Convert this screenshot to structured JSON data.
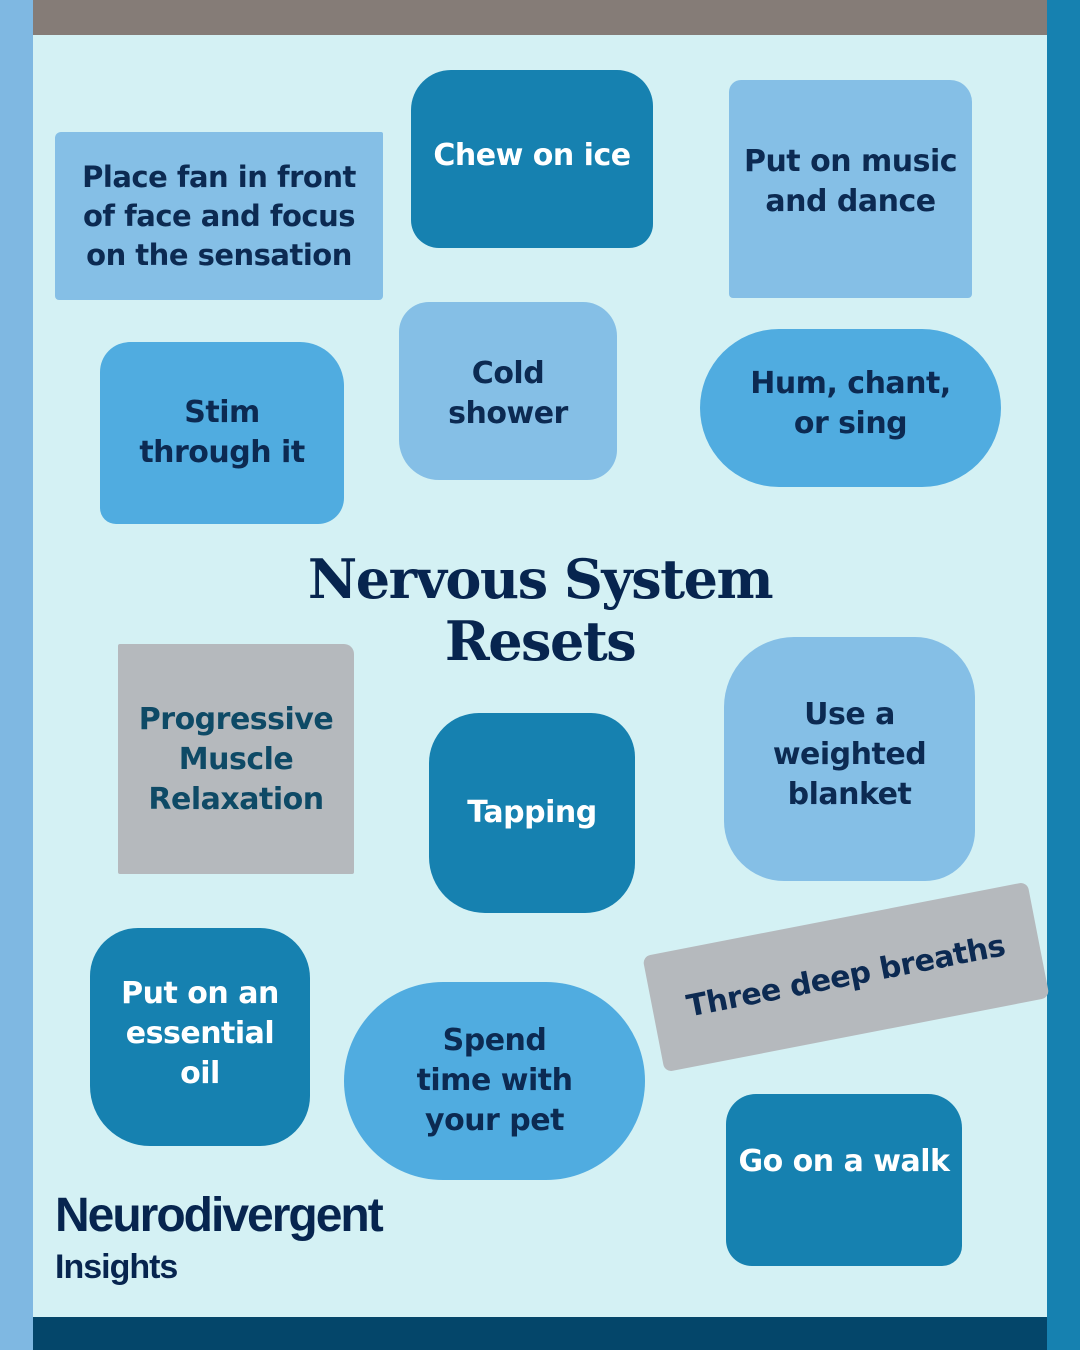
{
  "title": {
    "line1": "Nervous System",
    "line2": "Resets"
  },
  "brand": {
    "line1": "Neurodivergent",
    "line2": "Insights"
  },
  "colors": {
    "background": "#d4f1f4",
    "stripe_left": "#7fb8e2",
    "stripe_right": "#1681b0",
    "bar_top": "#857c77",
    "bar_bottom": "#04466a",
    "card_light": "#85bfe6",
    "card_mid": "#50ace0",
    "card_dark": "#1681b0",
    "card_gray": "#b5b9bd",
    "text_navy": "#07254f"
  },
  "cards": [
    {
      "id": "fan",
      "text": "Place fan in front of face and focus on the sensation"
    },
    {
      "id": "ice",
      "text": "Chew on ice"
    },
    {
      "id": "music",
      "text": "Put on music and dance"
    },
    {
      "id": "stim",
      "text": "Stim through it"
    },
    {
      "id": "shower",
      "text": "Cold shower"
    },
    {
      "id": "hum",
      "text": "Hum, chant, or sing"
    },
    {
      "id": "pmr",
      "text": "Progressive Muscle Relaxation"
    },
    {
      "id": "tapping",
      "text": "Tapping"
    },
    {
      "id": "blanket",
      "text": "Use a weighted blanket"
    },
    {
      "id": "oil",
      "text": "Put on an essential oil"
    },
    {
      "id": "pet",
      "text": "Spend time with your pet"
    },
    {
      "id": "breaths",
      "text": "Three deep breaths"
    },
    {
      "id": "walk",
      "text": "Go on a walk"
    }
  ]
}
